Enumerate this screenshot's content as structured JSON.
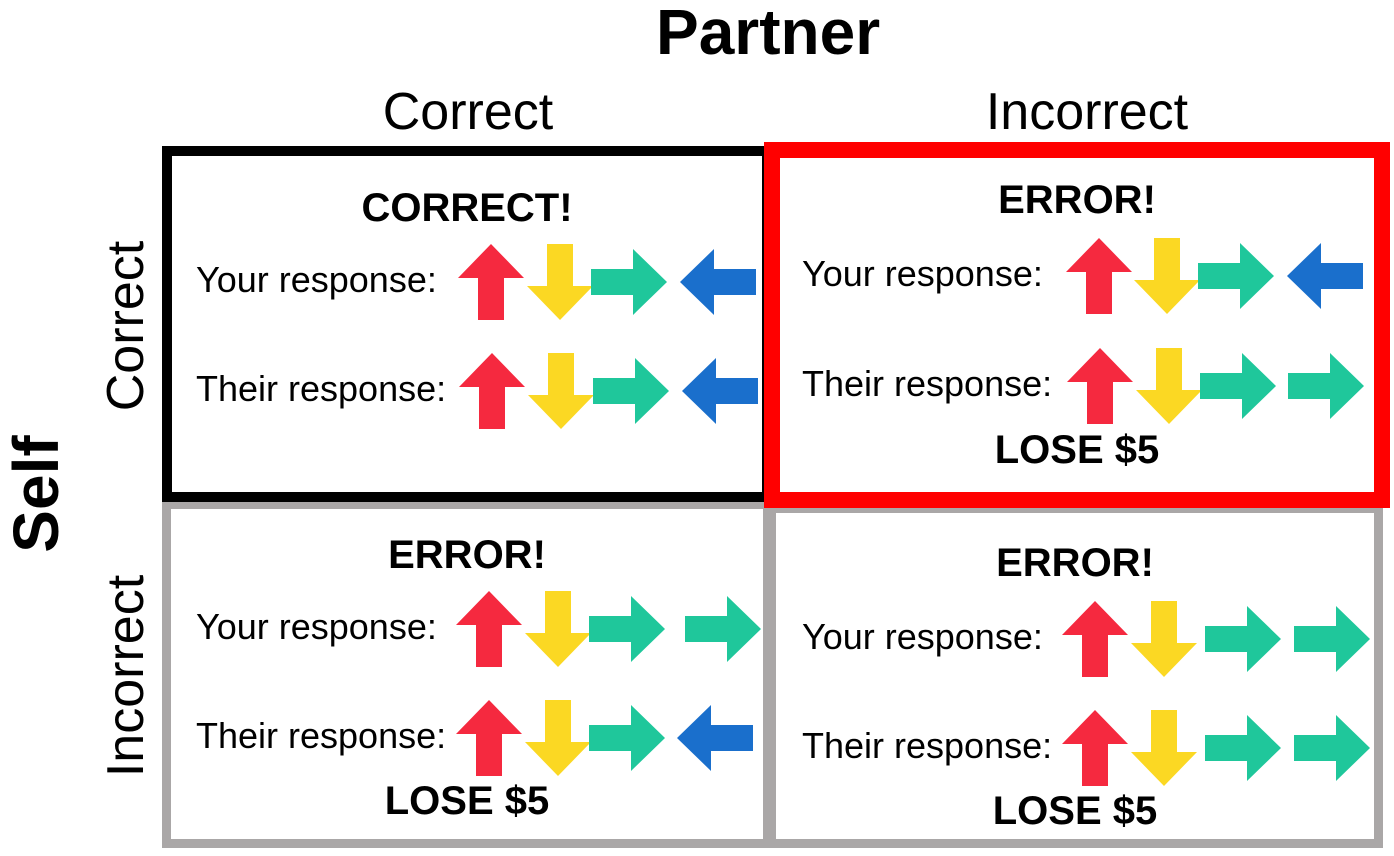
{
  "header": {
    "partner_title": "Partner",
    "self_title": "Self"
  },
  "columns": [
    {
      "label": "Correct"
    },
    {
      "label": "Incorrect"
    }
  ],
  "rows": [
    {
      "label": "Correct"
    },
    {
      "label": "Incorrect"
    }
  ],
  "cells": [
    {
      "title": "CORRECT!",
      "border_color": "#000000",
      "outcome": "",
      "your_label": "Your response:",
      "their_label": "Their response:",
      "your_arrows": [
        "up",
        "down",
        "right",
        "left"
      ],
      "their_arrows": [
        "up",
        "down",
        "right",
        "left"
      ]
    },
    {
      "title": "ERROR!",
      "border_color": "#ff0000",
      "outcome": "LOSE $5",
      "your_label": "Your response:",
      "their_label": "Their response:",
      "your_arrows": [
        "up",
        "down",
        "right",
        "left"
      ],
      "their_arrows": [
        "up",
        "down",
        "right",
        "right"
      ]
    },
    {
      "title": "ERROR!",
      "border_color": "#aaa7a7",
      "outcome": "LOSE $5",
      "your_label": "Your response:",
      "their_label": "Their response:",
      "your_arrows": [
        "up",
        "down",
        "right",
        "right"
      ],
      "their_arrows": [
        "up",
        "down",
        "right",
        "left"
      ]
    },
    {
      "title": "ERROR!",
      "border_color": "#aaa7a7",
      "outcome": "LOSE $5",
      "your_label": "Your response:",
      "their_label": "Their response:",
      "your_arrows": [
        "up",
        "down",
        "right",
        "right"
      ],
      "their_arrows": [
        "up",
        "down",
        "right",
        "right"
      ]
    }
  ],
  "arrow_colors": {
    "up": "#f5293f",
    "down": "#fbd823",
    "right": "#1fc79b",
    "left": "#1a6fcc"
  }
}
